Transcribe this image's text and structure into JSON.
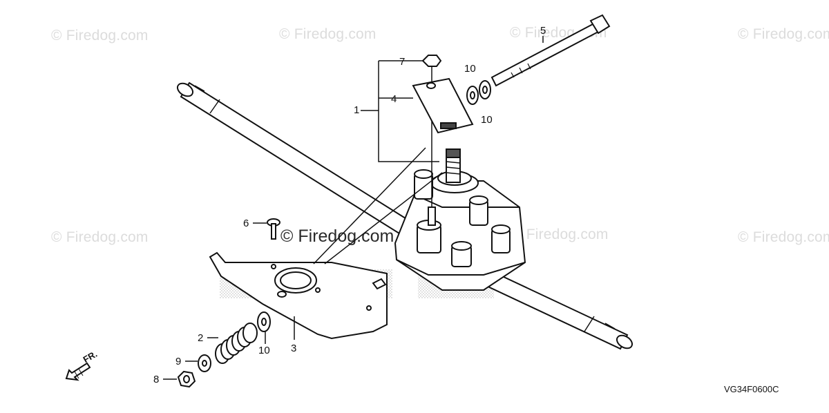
{
  "watermark": "© Firedog.com",
  "watermark_center": "© Firedog.com",
  "diagram_code": "VG34F0600C",
  "direction_label": "FR.",
  "callouts": {
    "c1": "1",
    "c2": "2",
    "c3": "3",
    "c4": "4",
    "c5": "5",
    "c6": "6",
    "c7": "7",
    "c8": "8",
    "c9": "9",
    "c10a": "10",
    "c10b": "10",
    "c10c": "10"
  }
}
